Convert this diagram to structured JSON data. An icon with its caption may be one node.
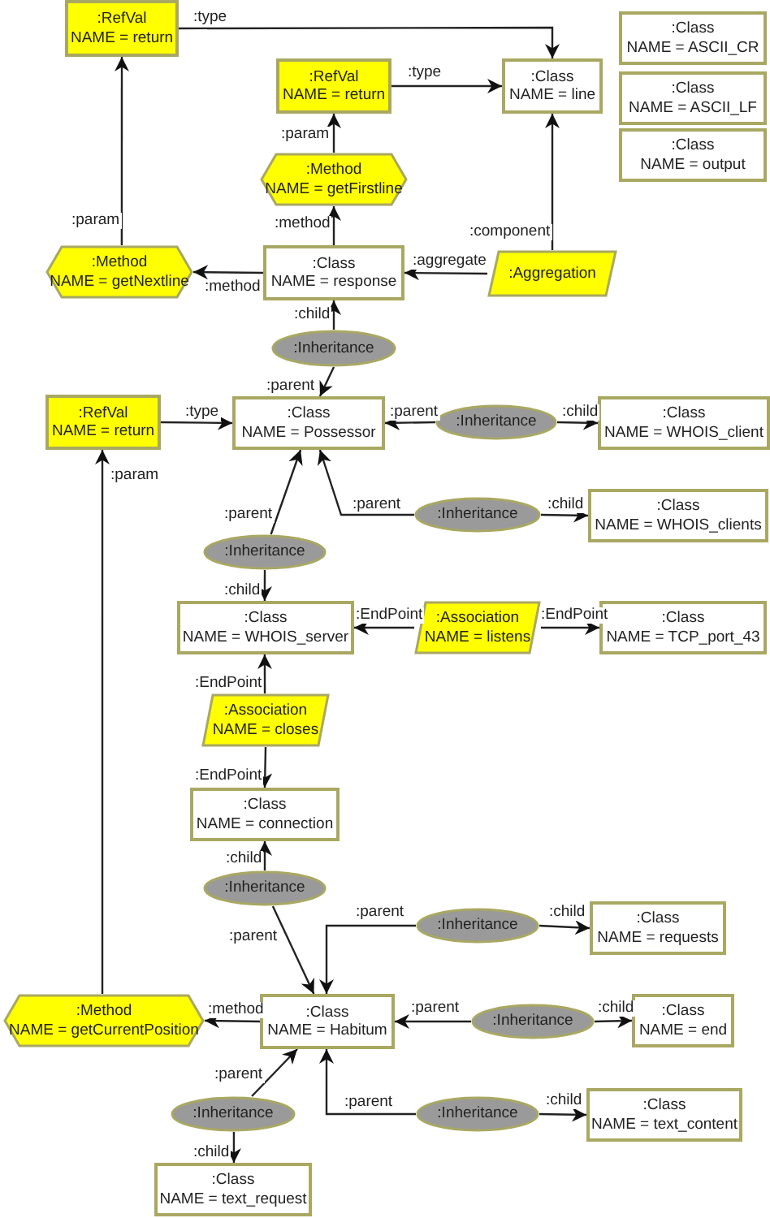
{
  "diagram": {
    "nodes": [
      {
        "text": [
          ":RefVal",
          "NAME = return"
        ]
      },
      {
        "text": [
          ":Class",
          "NAME = ASCII_CR"
        ]
      },
      {
        "text": [
          ":RefVal",
          "NAME = return"
        ]
      },
      {
        "text": [
          ":Class",
          "NAME = line"
        ]
      },
      {
        "text": [
          ":Class",
          "NAME = ASCII_LF"
        ]
      },
      {
        "text": [
          ":Class",
          "NAME = output"
        ]
      },
      {
        "text": [
          ":Method",
          "NAME = getFirstline"
        ]
      },
      {
        "text": [
          ":Method",
          "NAME = getNextline"
        ]
      },
      {
        "text": [
          ":Class",
          "NAME = response"
        ]
      },
      {
        "text": [
          ":Aggregation"
        ]
      },
      {
        "text": [
          ":Inheritance"
        ]
      },
      {
        "text": [
          ":RefVal",
          "NAME = return"
        ]
      },
      {
        "text": [
          ":Class",
          "NAME = Possessor"
        ]
      },
      {
        "text": [
          ":Inheritance"
        ]
      },
      {
        "text": [
          ":Class",
          "NAME = WHOIS_client"
        ]
      },
      {
        "text": [
          ":Inheritance"
        ]
      },
      {
        "text": [
          ":Class",
          "NAME = WHOIS_clients"
        ]
      },
      {
        "text": [
          ":Inheritance"
        ]
      },
      {
        "text": [
          ":Class",
          "NAME = WHOIS_server"
        ]
      },
      {
        "text": [
          ":Association",
          "NAME = listens"
        ]
      },
      {
        "text": [
          ":Class",
          "NAME = TCP_port_43"
        ]
      },
      {
        "text": [
          ":Association",
          "NAME = closes"
        ]
      },
      {
        "text": [
          ":Class",
          "NAME = connection"
        ]
      },
      {
        "text": [
          ":Inheritance"
        ]
      },
      {
        "text": [
          ":Inheritance"
        ]
      },
      {
        "text": [
          ":Class",
          "NAME = requests"
        ]
      },
      {
        "text": [
          ":Method",
          "NAME = getCurrentPosition"
        ]
      },
      {
        "text": [
          ":Class",
          "NAME = Habitum"
        ]
      },
      {
        "text": [
          ":Inheritance"
        ]
      },
      {
        "text": [
          ":Class",
          "NAME = end"
        ]
      },
      {
        "text": [
          ":Inheritance"
        ]
      },
      {
        "text": [
          ":Inheritance"
        ]
      },
      {
        "text": [
          ":Class",
          "NAME = text_content"
        ]
      },
      {
        "text": [
          ":Class",
          "NAME = text_request"
        ]
      }
    ],
    "edges": [
      {
        "from": 0,
        "to": 3,
        "arrow": "to",
        "label": ":type"
      },
      {
        "from": 2,
        "to": 3,
        "arrow": "to",
        "label": ":type"
      },
      {
        "from": 6,
        "to": 2,
        "arrow": "to",
        "label": ":param"
      },
      {
        "from": 7,
        "to": 0,
        "arrow": "to",
        "label": ":param"
      },
      {
        "from": 8,
        "to": 6,
        "arrow": "to",
        "label": ":method"
      },
      {
        "from": 8,
        "to": 7,
        "arrow": "to",
        "label": ":method"
      },
      {
        "from": 9,
        "to": 8,
        "arrow": "to",
        "label": ":aggregate"
      },
      {
        "from": 9,
        "to": 3,
        "arrow": "to",
        "label": ":component"
      },
      {
        "from": 10,
        "to": 8,
        "arrow": "to",
        "label": ":child"
      },
      {
        "from": 10,
        "to": 12,
        "arrow": "to",
        "label": ":parent"
      },
      {
        "from": 11,
        "to": 12,
        "arrow": "to",
        "label": ":type"
      },
      {
        "from": 26,
        "to": 11,
        "arrow": "to",
        "label": ":param"
      },
      {
        "from": 13,
        "to": 12,
        "arrow": "to",
        "label": ":parent"
      },
      {
        "from": 13,
        "to": 14,
        "arrow": "to",
        "label": ":child"
      },
      {
        "from": 15,
        "to": 12,
        "arrow": "to",
        "label": ":parent"
      },
      {
        "from": 15,
        "to": 16,
        "arrow": "to",
        "label": ":child"
      },
      {
        "from": 17,
        "to": 12,
        "arrow": "to",
        "label": ":parent"
      },
      {
        "from": 17,
        "to": 18,
        "arrow": "to",
        "label": ":child"
      },
      {
        "from": 19,
        "to": 18,
        "arrow": "to",
        "label": ":EndPoint"
      },
      {
        "from": 19,
        "to": 20,
        "arrow": "to",
        "label": ":EndPoint"
      },
      {
        "from": 21,
        "to": 18,
        "arrow": "to",
        "label": ":EndPoint"
      },
      {
        "from": 21,
        "to": 22,
        "arrow": "to",
        "label": ":EndPoint"
      },
      {
        "from": 23,
        "to": 22,
        "arrow": "to",
        "label": ":child"
      },
      {
        "from": 23,
        "to": 27,
        "arrow": "to",
        "label": ":parent"
      },
      {
        "from": 24,
        "to": 27,
        "arrow": "to",
        "label": ":parent"
      },
      {
        "from": 24,
        "to": 25,
        "arrow": "to",
        "label": ":child"
      },
      {
        "from": 27,
        "to": 26,
        "arrow": "to",
        "label": ":method"
      },
      {
        "from": 28,
        "to": 27,
        "arrow": "to",
        "label": ":parent"
      },
      {
        "from": 28,
        "to": 29,
        "arrow": "to",
        "label": ":child"
      },
      {
        "from": 30,
        "to": 27,
        "arrow": "to",
        "label": ":parent"
      },
      {
        "from": 30,
        "to": 33,
        "arrow": "to",
        "label": ":child"
      },
      {
        "from": 31,
        "to": 27,
        "arrow": "to",
        "label": ":parent"
      },
      {
        "from": 31,
        "to": 32,
        "arrow": "to",
        "label": ":child"
      }
    ]
  }
}
